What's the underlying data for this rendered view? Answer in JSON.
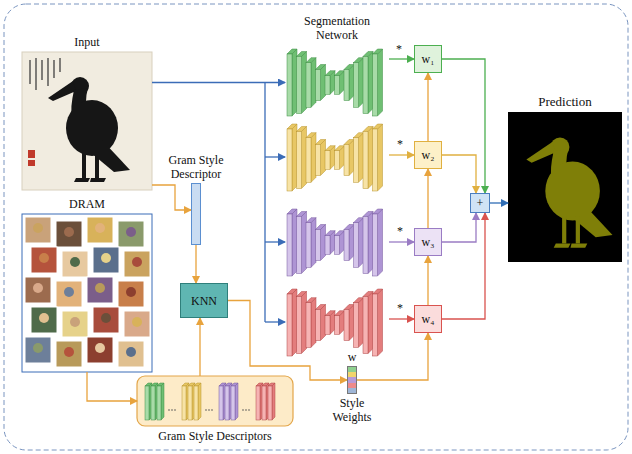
{
  "diagram": {
    "nodes": [
      {
        "text": [
          "Input"
        ]
      },
      {
        "text": [
          "DRAM"
        ]
      },
      {
        "text": [
          "Gram Style Descriptor"
        ]
      },
      {
        "text": [
          "KNN"
        ]
      },
      {
        "text": [
          "Gram Style Descriptors"
        ]
      },
      {
        "text": [
          "Segmentation Network"
        ]
      },
      {
        "text": [
          "w₁"
        ]
      },
      {
        "text": [
          "w₂"
        ]
      },
      {
        "text": [
          "w₃"
        ]
      },
      {
        "text": [
          "w₄"
        ]
      },
      {
        "text": [
          "+"
        ]
      },
      {
        "text": [
          "Prediction"
        ]
      },
      {
        "text": [
          "w",
          "Style Weights"
        ]
      }
    ],
    "edges": [
      {
        "from": 0,
        "to": 2,
        "arrow": "to"
      },
      {
        "from": 2,
        "to": 3,
        "arrow": "to"
      },
      {
        "from": 1,
        "to": 4,
        "arrow": "to"
      },
      {
        "from": 4,
        "to": 3,
        "arrow": "to"
      },
      {
        "from": 3,
        "to": 12,
        "arrow": "to"
      },
      {
        "from": 12,
        "to": 9,
        "arrow": "to"
      },
      {
        "from": 9,
        "to": 8,
        "arrow": "to"
      },
      {
        "from": 8,
        "to": 7,
        "arrow": "to"
      },
      {
        "from": 7,
        "to": 6,
        "arrow": "to"
      },
      {
        "from": 6,
        "to": 10,
        "arrow": "to"
      },
      {
        "from": 7,
        "to": 10,
        "arrow": "to"
      },
      {
        "from": 8,
        "to": 10,
        "arrow": "to"
      },
      {
        "from": 9,
        "to": 10,
        "arrow": "to"
      },
      {
        "from": 10,
        "to": 11,
        "arrow": "to"
      },
      {
        "from": 0,
        "to": 5,
        "arrow": "to"
      },
      {
        "from": 5,
        "to": 6,
        "label": "*",
        "arrow": "to"
      }
    ],
    "labels": [
      "*",
      "*",
      "*"
    ]
  }
}
